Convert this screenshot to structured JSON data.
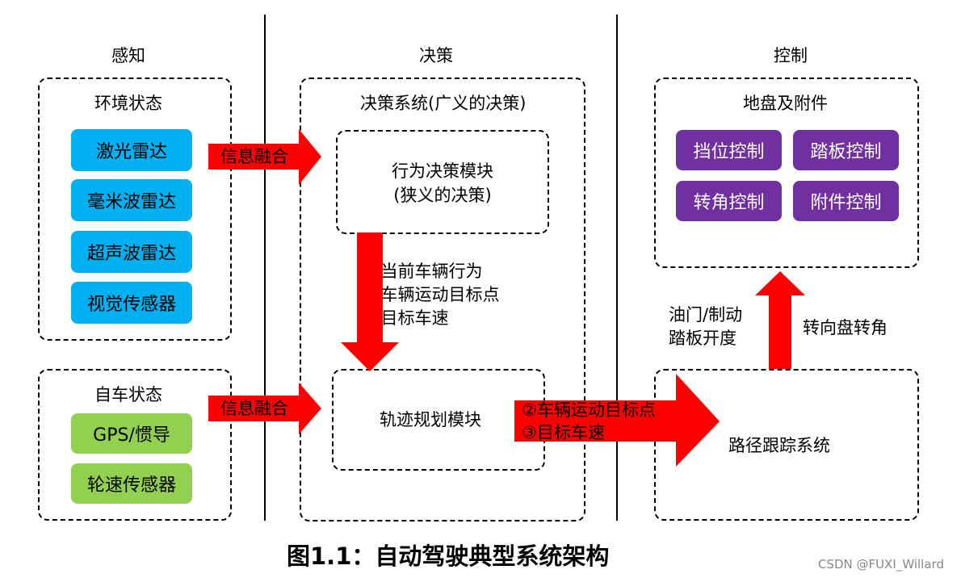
{
  "columns": {
    "perception": "感知",
    "decision": "决策",
    "control": "控制"
  },
  "perception": {
    "env_state": {
      "title": "环境状态",
      "items": [
        "激光雷达",
        "毫米波雷达",
        "超声波雷达",
        "视觉传感器"
      ]
    },
    "ego_state": {
      "title": "自车状态",
      "items": [
        "GPS/惯导",
        "轮速传感器"
      ]
    }
  },
  "decision": {
    "system_title": "决策系统(广义的决策)",
    "behavior_module": {
      "line1": "行为决策模块",
      "line2": "(狭义的决策)"
    },
    "planning_module": "轨迹规划模块",
    "outputs": [
      "① 当前车辆行为",
      "② 车辆运动目标点",
      "③ 目标车速"
    ]
  },
  "control": {
    "chassis": {
      "title": "地盘及附件",
      "items": [
        "挡位控制",
        "踏板控制",
        "转角控制",
        "附件控制"
      ]
    },
    "tracking_system": "路径跟踪系统",
    "feedback": {
      "left_line1": "油门/制动",
      "left_line2": "踏板开度",
      "amp": "&",
      "right": "转向盘转角"
    }
  },
  "arrows": {
    "fusion_top": "信息融合",
    "fusion_bottom": "信息融合",
    "to_tracking": [
      "②车辆运动目标点",
      "③目标车速"
    ]
  },
  "caption": "图1.1：自动驾驶典型系统架构",
  "watermark": "CSDN @FUXI_Willard",
  "colors": {
    "arrow": "#ff0000",
    "sensor_env": "#00b0f0",
    "sensor_ego": "#92d050",
    "chassis_item": "#7030a0"
  }
}
